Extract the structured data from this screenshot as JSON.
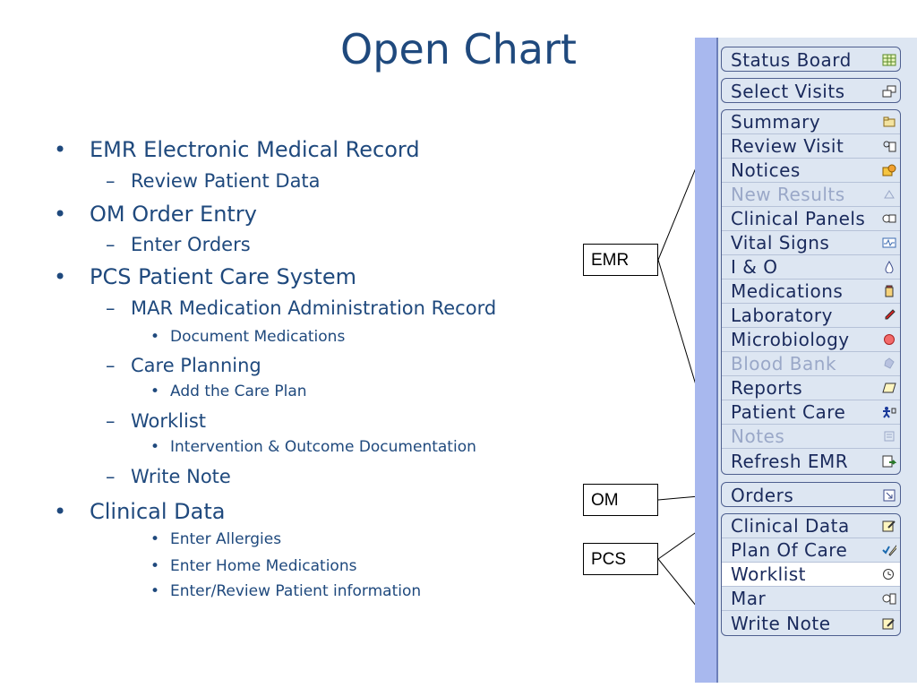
{
  "slide": {
    "title": "Open Chart"
  },
  "outline": [
    {
      "level": 1,
      "text": "EMR Electronic Medical Record"
    },
    {
      "level": 2,
      "text": "Review Patient Data"
    },
    {
      "level": 1,
      "text": "OM Order Entry"
    },
    {
      "level": 2,
      "text": "Enter Orders"
    },
    {
      "level": 1,
      "text": "PCS Patient Care System"
    },
    {
      "level": 2,
      "text": "MAR Medication Administration Record"
    },
    {
      "level": 3,
      "text": "Document Medications"
    },
    {
      "level": 2,
      "text": "Care Planning"
    },
    {
      "level": 3,
      "text": "Add the Care Plan"
    },
    {
      "level": 2,
      "text": "Worklist"
    },
    {
      "level": 3,
      "text": "Intervention & Outcome Documentation"
    },
    {
      "level": 2,
      "text": "Write Note"
    },
    {
      "level": 1,
      "text": "Clinical Data"
    },
    {
      "level": 3,
      "text": "Enter Allergies"
    },
    {
      "level": 3,
      "text": "Enter Home Medications"
    },
    {
      "level": 3,
      "text": "Enter/Review Patient information"
    }
  ],
  "bullets": {
    "level1": "•",
    "level2": "–",
    "level3": "•"
  },
  "callouts": {
    "emr": "EMR",
    "om": "OM",
    "pcs": "PCS"
  },
  "nav": {
    "status_board": {
      "label": "Status Board",
      "icon": "grid-icon"
    },
    "select_visits": {
      "label": "Select Visits",
      "icon": "windows-icon"
    },
    "emr_items": [
      {
        "label": "Summary",
        "icon": "folder-icon",
        "state": "normal"
      },
      {
        "label": "Review Visit",
        "icon": "person-search-icon",
        "state": "normal"
      },
      {
        "label": "Notices",
        "icon": "notice-icon",
        "state": "normal"
      },
      {
        "label": "New Results",
        "icon": "results-icon",
        "state": "disabled"
      },
      {
        "label": "Clinical Panels",
        "icon": "panels-icon",
        "state": "normal"
      },
      {
        "label": "Vital Signs",
        "icon": "vitals-icon",
        "state": "normal"
      },
      {
        "label": "I & O",
        "icon": "drop-icon",
        "state": "normal"
      },
      {
        "label": "Medications",
        "icon": "medication-icon",
        "state": "normal"
      },
      {
        "label": "Laboratory",
        "icon": "test-tube-icon",
        "state": "normal"
      },
      {
        "label": "Microbiology",
        "icon": "petri-dish-icon",
        "state": "normal"
      },
      {
        "label": "Blood Bank",
        "icon": "blood-bag-icon",
        "state": "disabled"
      },
      {
        "label": "Reports",
        "icon": "report-icon",
        "state": "normal"
      },
      {
        "label": "Patient Care",
        "icon": "patient-care-icon",
        "state": "normal"
      },
      {
        "label": "Notes",
        "icon": "notes-icon",
        "state": "disabled"
      },
      {
        "label": "Refresh EMR",
        "icon": "refresh-icon",
        "state": "normal"
      }
    ],
    "orders": {
      "label": "Orders",
      "icon": "orders-icon"
    },
    "pcs_items": [
      {
        "label": "Clinical Data",
        "icon": "edit-icon",
        "state": "normal"
      },
      {
        "label": "Plan Of Care",
        "icon": "check-pencil-icon",
        "state": "normal"
      },
      {
        "label": "Worklist",
        "icon": "clock-icon",
        "state": "selected"
      },
      {
        "label": "Mar",
        "icon": "mar-icon",
        "state": "normal"
      },
      {
        "label": "Write Note",
        "icon": "write-icon",
        "state": "normal"
      }
    ]
  },
  "colors": {
    "title": "#1f497d",
    "nav_text": "#1a2a5c",
    "nav_disabled": "#9aa8c8",
    "panel": "#a8b8ee"
  }
}
